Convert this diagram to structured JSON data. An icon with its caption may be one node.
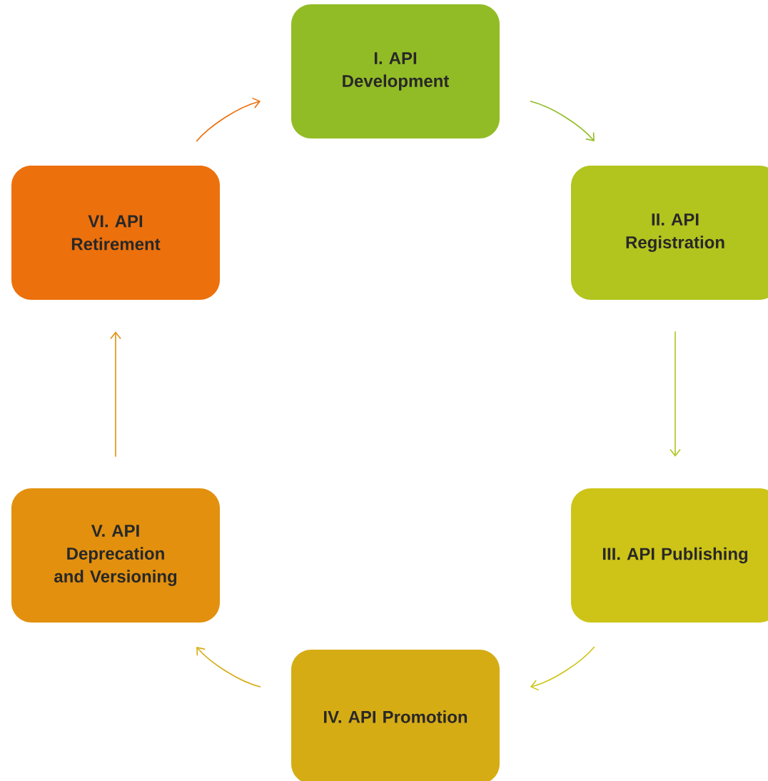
{
  "diagram": {
    "nodes": [
      {
        "text": [
          "I. API Development"
        ]
      },
      {
        "text": [
          "II. API Registration"
        ]
      },
      {
        "text": [
          "III. API Publishing"
        ]
      },
      {
        "text": [
          "IV. API Promotion"
        ]
      },
      {
        "text": [
          "V. API Deprecation and Versioning"
        ]
      },
      {
        "text": [
          "VI. API Retirement"
        ]
      }
    ],
    "edges": [
      {
        "from": 0,
        "to": 1,
        "arrow": "to",
        "color": "#92bc25"
      },
      {
        "from": 1,
        "to": 2,
        "arrow": "to",
        "color": "#b2c41e"
      },
      {
        "from": 2,
        "to": 3,
        "arrow": "to",
        "color": "#cdc417"
      },
      {
        "from": 3,
        "to": 4,
        "arrow": "to",
        "color": "#d6ac15"
      },
      {
        "from": 4,
        "to": 5,
        "arrow": "to",
        "color": "#e2900e"
      },
      {
        "from": 5,
        "to": 0,
        "arrow": "to",
        "color": "#ec700c"
      }
    ]
  }
}
